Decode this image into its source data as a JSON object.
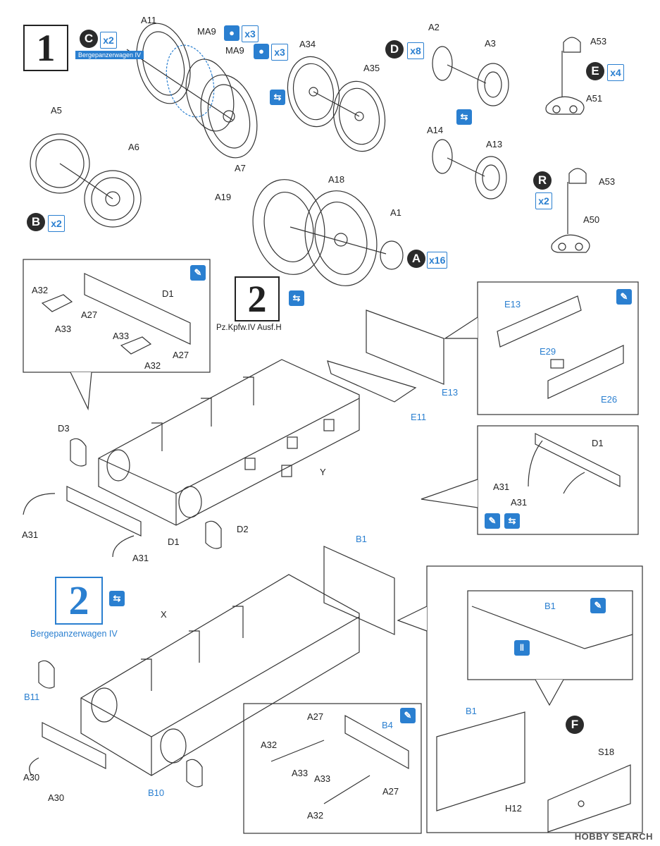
{
  "steps": {
    "s1": {
      "number": "1"
    },
    "s2a": {
      "number": "2",
      "caption": "Pz.Kpfw.IV Ausf.H"
    },
    "s2b": {
      "number": "2",
      "caption": "Bergepanzerwagen IV"
    }
  },
  "variant_badge": "Bergepanzerwagen IV",
  "letters": {
    "C": "C",
    "D": "D",
    "E": "E",
    "R": "R",
    "B": "B",
    "A": "A",
    "F": "F"
  },
  "multipliers": {
    "C": "x2",
    "MA9a": "x3",
    "MA9b": "x3",
    "D": "x8",
    "E": "x4",
    "R": "x2",
    "B": "x2",
    "A": "x16"
  },
  "parts": {
    "A11": "A11",
    "MA9a": "MA9",
    "MA9b": "MA9",
    "A34": "A34",
    "A35": "A35",
    "A7": "A7",
    "A2": "A2",
    "A3": "A3",
    "A14": "A14",
    "A13": "A13",
    "A53a": "A53",
    "A51": "A51",
    "A53b": "A53",
    "A50": "A50",
    "A5": "A5",
    "A6": "A6",
    "A19": "A19",
    "A18": "A18",
    "A1": "A1",
    "iA32a": "A32",
    "iD1": "D1",
    "iA27a": "A27",
    "iA33a": "A33",
    "iA33b": "A33",
    "iA27b": "A27",
    "iA32b": "A32",
    "D3": "D3",
    "E13a": "E13",
    "E11": "E11",
    "Y": "Y",
    "A31a": "A31",
    "D1a": "D1",
    "A31b": "A31",
    "D2": "D2",
    "rE13": "E13",
    "rE29": "E29",
    "rE26": "E26",
    "rD1": "D1",
    "rA31a": "A31",
    "rA31b": "A31",
    "B1a": "B1",
    "X": "X",
    "B11": "B11",
    "A30a": "A30",
    "A30b": "A30",
    "B10": "B10",
    "bA27": "A27",
    "bB4": "B4",
    "bA32a": "A32",
    "bA33a": "A33",
    "bA33b": "A33",
    "bA27b": "A27",
    "bA32b": "A32",
    "fB1a": "B1",
    "fB1b": "B1",
    "fS18": "S18",
    "fH12": "H12"
  },
  "watermark": "HOBBY SEARCH",
  "colors": {
    "accent": "#2a7fd0",
    "ink": "#222222"
  }
}
